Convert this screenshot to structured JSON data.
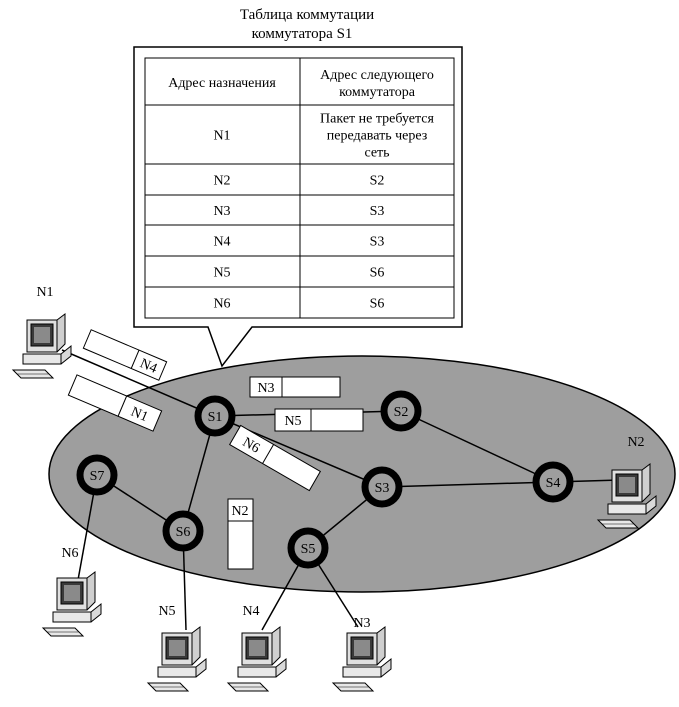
{
  "title_line1": "Таблица коммутации",
  "title_line2": "коммутатора S1",
  "table": {
    "header_dest": "Адрес назначения",
    "header_next": [
      "Адрес следующего",
      "коммутатора"
    ],
    "rows": [
      {
        "dest": "N1",
        "next": [
          "Пакет не требуется",
          "передавать через",
          "сеть"
        ]
      },
      {
        "dest": "N2",
        "next": [
          "S2"
        ]
      },
      {
        "dest": "N3",
        "next": [
          "S3"
        ]
      },
      {
        "dest": "N4",
        "next": [
          "S3"
        ]
      },
      {
        "dest": "N5",
        "next": [
          "S6"
        ]
      },
      {
        "dest": "N6",
        "next": [
          "S6"
        ]
      }
    ]
  },
  "switches": [
    "S1",
    "S2",
    "S3",
    "S4",
    "S5",
    "S6",
    "S7"
  ],
  "nodes": [
    "N1",
    "N2",
    "N3",
    "N4",
    "N5",
    "N6"
  ],
  "packets": [
    "N4",
    "N1",
    "N3",
    "N5",
    "N6",
    "N2"
  ],
  "links": [
    [
      "N1",
      "S1"
    ],
    [
      "S1",
      "S2"
    ],
    [
      "S1",
      "S3"
    ],
    [
      "S1",
      "S6"
    ],
    [
      "S2",
      "S4"
    ],
    [
      "S3",
      "S4"
    ],
    [
      "S3",
      "S5"
    ],
    [
      "S4",
      "N2"
    ],
    [
      "S5",
      "N3"
    ],
    [
      "S5",
      "N4"
    ],
    [
      "S6",
      "N5"
    ],
    [
      "S7",
      "S6"
    ],
    [
      "S7",
      "N6"
    ]
  ]
}
